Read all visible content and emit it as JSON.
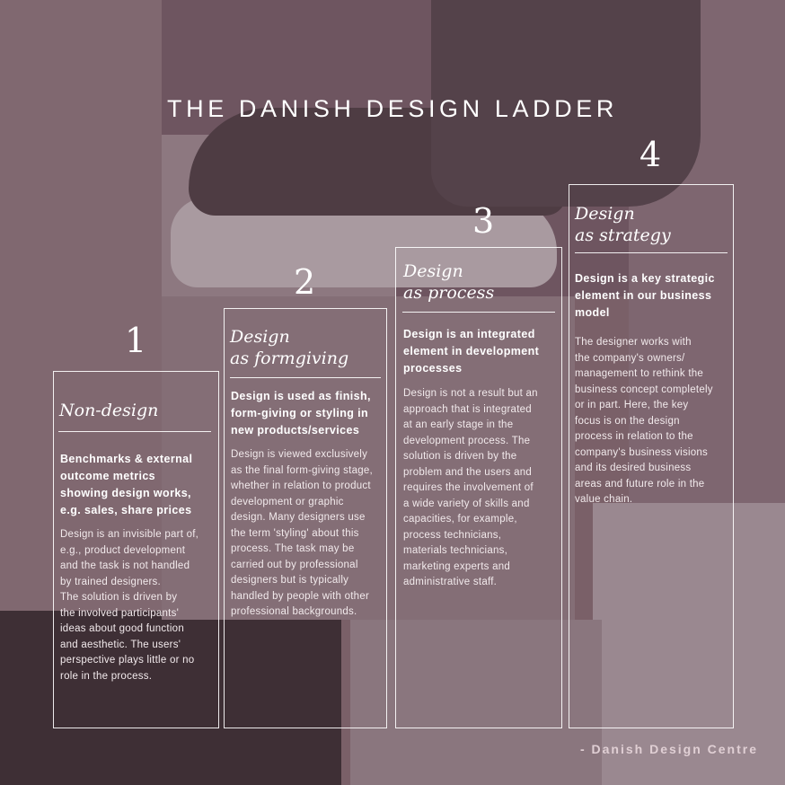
{
  "title": "THE DANISH DESIGN LADDER",
  "credit": "- Danish Design Centre",
  "steps": [
    {
      "number": "1",
      "heading": "Non-design",
      "lead": "Benchmarks & external\noutcome metrics\nshowing design works,\ne.g. sales, share prices",
      "body": "Design is an invisible part of,\ne.g., product development\nand the task is not handled\nby trained designers.\nThe solution is driven by\nthe involved participants'\nideas about good function\nand aesthetic. The users'\nperspective plays little or no\nrole in the process."
    },
    {
      "number": "2",
      "heading": "Design\nas formgiving",
      "lead": "Design is used as finish,\nform-giving or styling in\nnew products/services",
      "body": "Design is viewed exclusively\nas the final form-giving stage,\nwhether in relation to product\ndevelopment or graphic\ndesign. Many designers use\nthe term 'styling' about this\nprocess. The task may be\ncarried out by professional\ndesigners but is typically\nhandled by people with other\nprofessional backgrounds."
    },
    {
      "number": "3",
      "heading": "Design\nas process",
      "lead": "Design is an integrated\nelement in development\nprocesses",
      "body": "Design is not a result but an\napproach that is integrated\nat an early stage in the\ndevelopment process. The\nsolution is driven by the\nproblem and the users and\nrequires the involvement of\na wide variety of skills and\ncapacities, for example,\nprocess technicians,\nmaterials technicians,\nmarketing experts and\nadministrative staff."
    },
    {
      "number": "4",
      "heading": "Design\nas strategy",
      "lead": "Design is a key strategic\nelement in our business\nmodel",
      "body": "The designer works with\nthe company's owners/\nmanagement to rethink the\nbusiness concept completely\nor in part. Here, the key\nfocus is on the design\nprocess in relation to the\ncompany's business visions\nand its desired business\nareas and future role in the\nvalue chain."
    }
  ]
}
